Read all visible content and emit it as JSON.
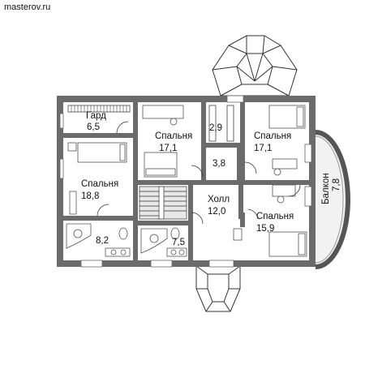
{
  "site": "masterov.ru",
  "rooms": [
    {
      "id": "gard",
      "name": "Гард",
      "area": "6,5"
    },
    {
      "id": "bed-nc",
      "name": "Спальня",
      "area": "17,1"
    },
    {
      "id": "closet",
      "name": "",
      "area": "2,9"
    },
    {
      "id": "bed-ne",
      "name": "Спальня",
      "area": "17,1"
    },
    {
      "id": "bath-c",
      "name": "",
      "area": "3,8"
    },
    {
      "id": "bed-w",
      "name": "Спальня",
      "area": "18,8"
    },
    {
      "id": "hall",
      "name": "Холл",
      "area": "12,0"
    },
    {
      "id": "bed-se",
      "name": "Спальня",
      "area": "15,9"
    },
    {
      "id": "bath-sw",
      "name": "",
      "area": "8,2"
    },
    {
      "id": "bath-sc",
      "name": "",
      "area": "7,5"
    }
  ],
  "balcony": {
    "name": "Балкон",
    "area": "7,8"
  },
  "colors": {
    "wall": "#6b6b6b",
    "wall_dark": "#4a4a4a",
    "line": "#333333",
    "furniture": "#555555"
  }
}
